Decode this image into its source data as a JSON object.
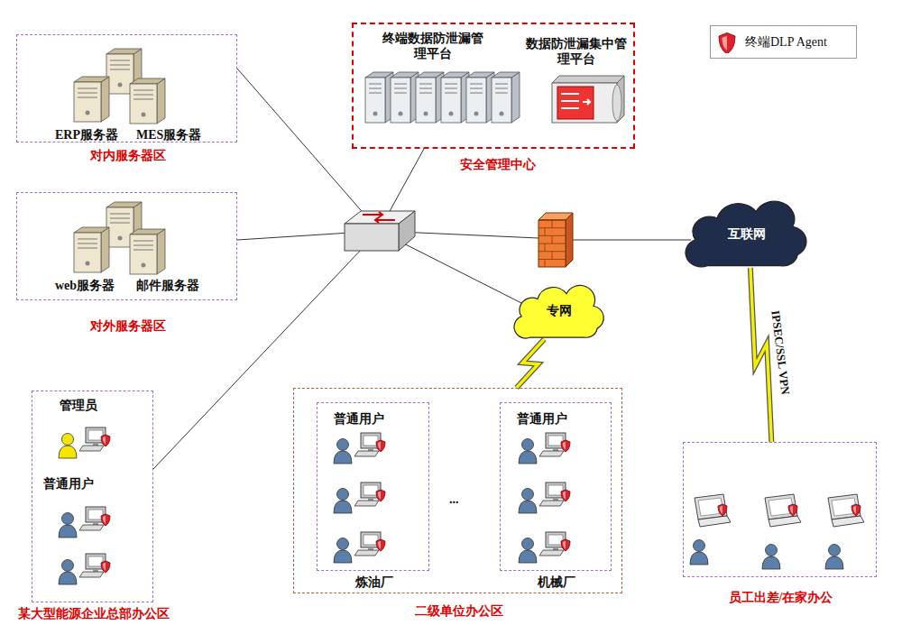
{
  "diagram": {
    "nodes": [
      {
        "text": [
          "ERP服务器",
          "MES服务器",
          "对内服务器区"
        ]
      },
      {
        "text": [
          "终端数据防泄漏管理平台",
          "数据防泄漏集中管理平台",
          "安全管理中心"
        ]
      },
      {
        "text": [
          "web服务器",
          "邮件服务器",
          "对外服务器区"
        ]
      },
      {
        "text": [
          "互联网"
        ]
      },
      {
        "text": [
          "专网"
        ]
      },
      {
        "text": [
          "管理员",
          "普通用户",
          "某大型能源企业总部办公区"
        ]
      },
      {
        "text": [
          "二级单位办公区"
        ]
      },
      {
        "text": [
          "普通用户",
          "炼油厂"
        ],
        "in": 6
      },
      {
        "text": [
          "普通用户",
          "机械厂"
        ],
        "in": 6
      },
      {
        "text": [
          "员工出差/在家办公"
        ]
      }
    ],
    "edges": [
      {
        "from": 4,
        "to": 6,
        "arrow": "none"
      },
      {
        "from": 3,
        "to": 9,
        "label": "IPSEC/SSL VPN",
        "arrow": "none"
      }
    ],
    "labels": [
      "..."
    ],
    "legend": [
      {
        "text": "终端DLP Agent"
      }
    ]
  }
}
